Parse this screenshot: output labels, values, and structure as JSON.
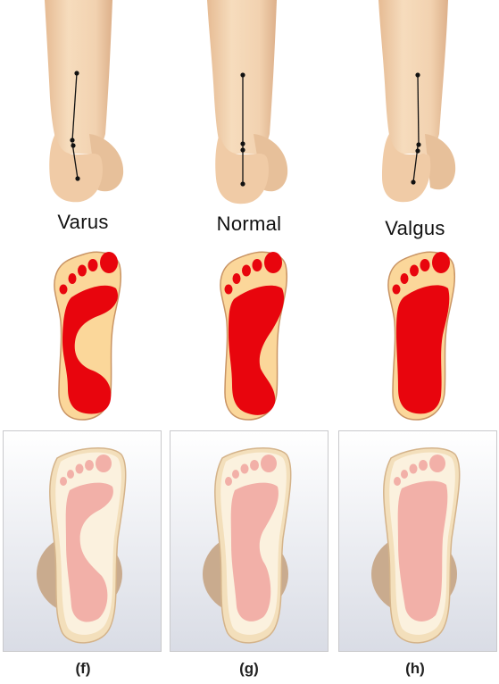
{
  "columns": [
    {
      "posture": "Varus",
      "sub_label": "(f)"
    },
    {
      "posture": "Normal",
      "sub_label": "(g)"
    },
    {
      "posture": "Valgus",
      "sub_label": "(h)"
    }
  ],
  "colors": {
    "skin": "#f1d1ad",
    "skin_shadow": "#dfb68e",
    "pressure": "#e8050d",
    "sole": "#fbd79a",
    "panel_bg": "#e6e8ee",
    "insole": "#f6e8cc",
    "insole_pressure": "#f2b0a8"
  }
}
